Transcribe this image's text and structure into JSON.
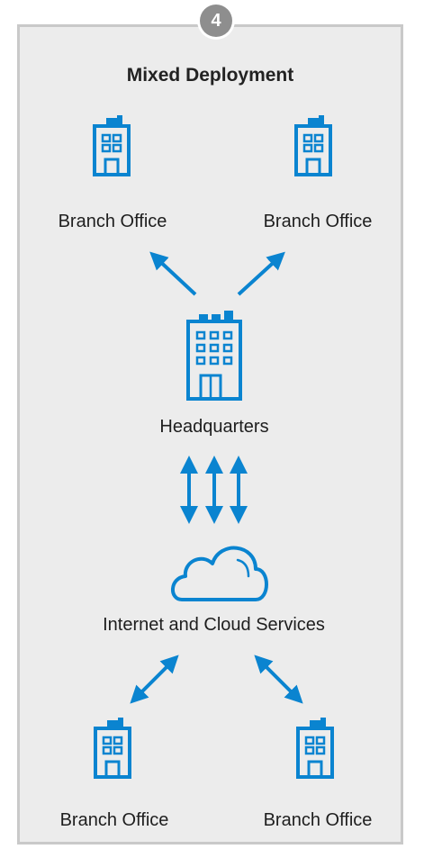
{
  "step_number": "4",
  "title": "Mixed Deployment",
  "nodes": {
    "branch_top_left": "Branch Office",
    "branch_top_right": "Branch Office",
    "headquarters": "Headquarters",
    "cloud": "Internet and Cloud Services",
    "branch_bottom_left": "Branch Office",
    "branch_bottom_right": "Branch Office"
  },
  "colors": {
    "icon": "#0a84d0",
    "panel_bg": "#ececec",
    "panel_border": "#c9c9c9",
    "badge": "#8e8e8e"
  }
}
